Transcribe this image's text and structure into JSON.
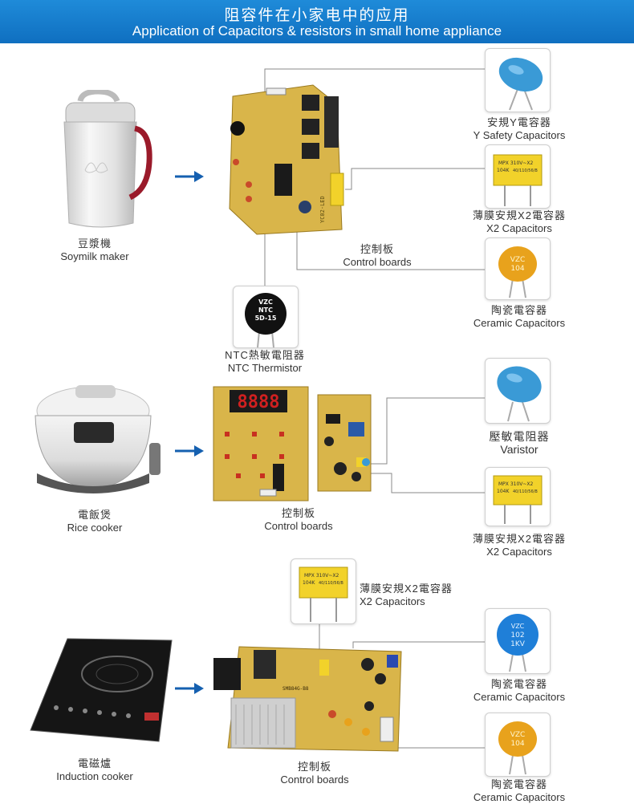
{
  "header": {
    "title_zh": "阻容件在小家电中的应用",
    "title_en": "Application of Capacitors & resistors in small home appliance"
  },
  "colors": {
    "header_bg": "#1a82d2",
    "arrow": "#1560b0",
    "board": "#d9b54a",
    "y_cap_blue": "#3a9ad6",
    "x2_cap_yellow": "#f2d22a",
    "ceramic_orange": "#e8a21c",
    "ntc_black": "#111111"
  },
  "sections": [
    {
      "appliance_zh": "豆漿機",
      "appliance_en": "Soymilk maker",
      "board_zh": "控制板",
      "board_en": "Control boards",
      "parts": [
        {
          "zh": "安規Y電容器",
          "en": "Y Safety Capacitors",
          "icon": "y-capacitor-icon"
        },
        {
          "zh": "薄膜安規X2電容器",
          "en": "X2 Capacitors",
          "icon": "x2-capacitor-icon"
        },
        {
          "zh": "陶瓷電容器",
          "en": "Ceramic Capacitors",
          "icon": "ceramic-capacitor-icon"
        },
        {
          "zh": "NTC熱敏電阻器",
          "en": "NTC Thermistor",
          "icon": "ntc-thermistor-icon"
        }
      ]
    },
    {
      "appliance_zh": "電飯煲",
      "appliance_en": "Rice cooker",
      "board_zh": "控制板",
      "board_en": "Control boards",
      "parts": [
        {
          "zh": "壓敏電阻器",
          "en": "Varistor",
          "icon": "varistor-icon"
        },
        {
          "zh": "薄膜安規X2電容器",
          "en": "X2 Capacitors",
          "icon": "x2-capacitor-icon"
        }
      ]
    },
    {
      "appliance_zh": "電磁爐",
      "appliance_en": "Induction cooker",
      "board_zh": "控制板",
      "board_en": "Control boards",
      "parts": [
        {
          "zh": "薄膜安規X2電容器",
          "en": "X2 Capacitors",
          "icon": "x2-capacitor-icon"
        },
        {
          "zh": "陶瓷電容器",
          "en": "Ceramic Capacitors",
          "icon": "ceramic-capacitor-icon"
        },
        {
          "zh": "陶瓷電容器",
          "en": "Ceramic Capacitors",
          "icon": "ceramic-capacitor-icon"
        }
      ]
    }
  ],
  "printed": {
    "ntc": [
      "VZC",
      "NTC",
      "5D-15"
    ],
    "x2": [
      "MPX 310V~X2",
      "104K",
      "40/110/56/B"
    ],
    "ceramic_a": [
      "VZC",
      "104"
    ],
    "ceramic_b": [
      "VZC",
      "102",
      "1KV"
    ],
    "board_code_1": "YC02-LED",
    "display": "8888",
    "board_code_3": "SMB84G-B8"
  }
}
